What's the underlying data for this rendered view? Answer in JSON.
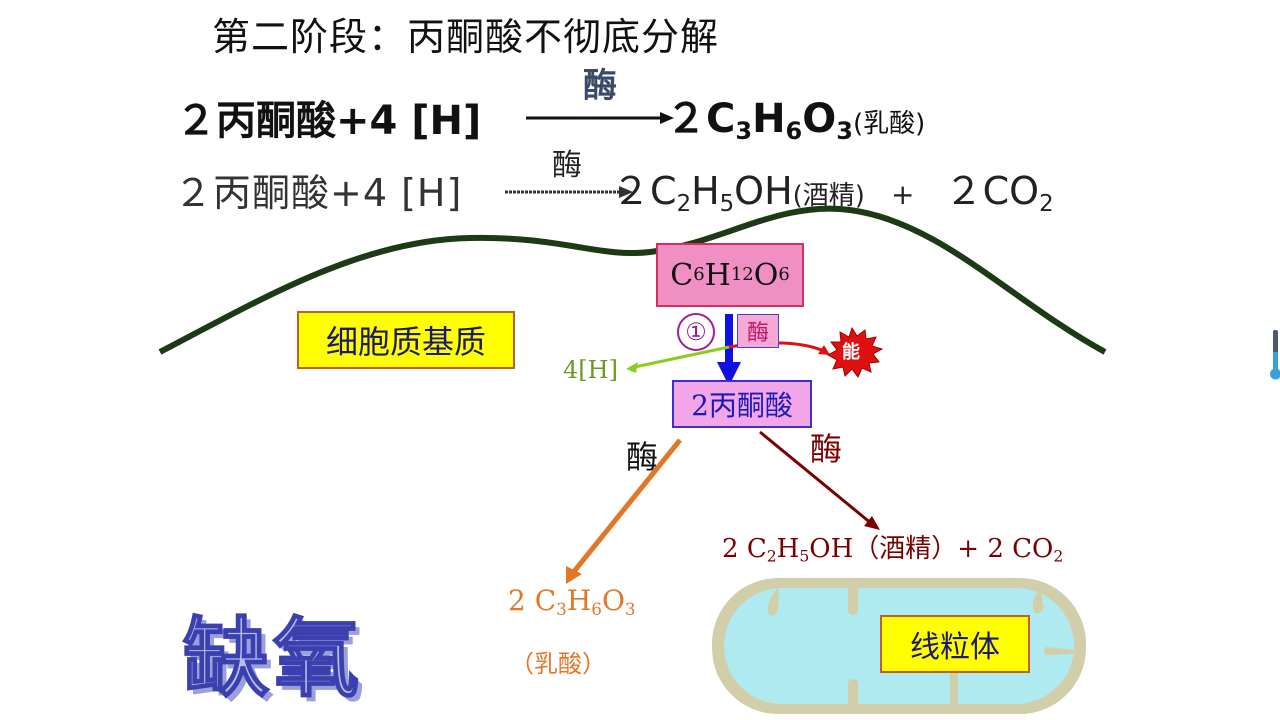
{
  "slide": {
    "title": "第二阶段：丙酮酸不彻底分解",
    "equation_lactic": {
      "reactants": "２丙酮酸+4 [H]",
      "enzyme": "酶",
      "product_coef": "２",
      "product_formula": {
        "C": "C",
        "c_sub": "3",
        "H": "H",
        "h_sub": "6",
        "O": "O",
        "o_sub": "3"
      },
      "product_name": "(乳酸)"
    },
    "equation_alcohol": {
      "reactants": "２丙酮酸+4 [H]",
      "enzyme": "酶",
      "product_coef": "２",
      "product_formula": {
        "C": "C",
        "c_sub": "2",
        "H": "H",
        "h_sub": "5",
        "rest": "OH"
      },
      "product_name": "(酒精)",
      "plus": "+",
      "co2_coef": "２",
      "co2": "CO",
      "co2_sub": "2"
    }
  },
  "diagram": {
    "cytoplasm_label": "细胞质基质",
    "glucose": {
      "C": "C",
      "c_sub": "6",
      "H": "H",
      "h_sub": "12",
      "O": "O",
      "o_sub": "6"
    },
    "step_number": "①",
    "step_enzyme": "酶",
    "hydrogen_output": "4[H]",
    "energy_label": "能",
    "pyruvate": "2丙酮酸",
    "enzyme_left": "酶",
    "enzyme_right": "酶",
    "alcohol_product": {
      "coef": "2 ",
      "C": "C",
      "c_sub": "2",
      "H": "H",
      "h_sub": "5",
      "rest": "OH",
      "name": "（酒精）",
      "plus": "+ 2 CO",
      "co2_sub": "2"
    },
    "lactic_product": {
      "coef": "2 ",
      "C": "C",
      "c_sub": "3",
      "H": "H",
      "h_sub": "6",
      "O": "O",
      "o_sub": "3",
      "name": "（乳酸）"
    },
    "mitochondrion_label": "线粒体",
    "condition_label": "缺氧"
  },
  "colors": {
    "membrane": "#1c3a16",
    "glucose_box": "#f08fc4",
    "pyruvate_box": "#f2a6e8",
    "label_yellow": "#ffff00",
    "main_arrow": "#1010e0",
    "hydrogen_arrow": "#8ccc20",
    "energy_arrow": "#e01010",
    "alcohol_arrow": "#7a0000",
    "lactic_arrow": "#e07828",
    "mitochondrion_fill": "#aeeaf0",
    "mitochondrion_membrane": "#d2ceaa"
  }
}
